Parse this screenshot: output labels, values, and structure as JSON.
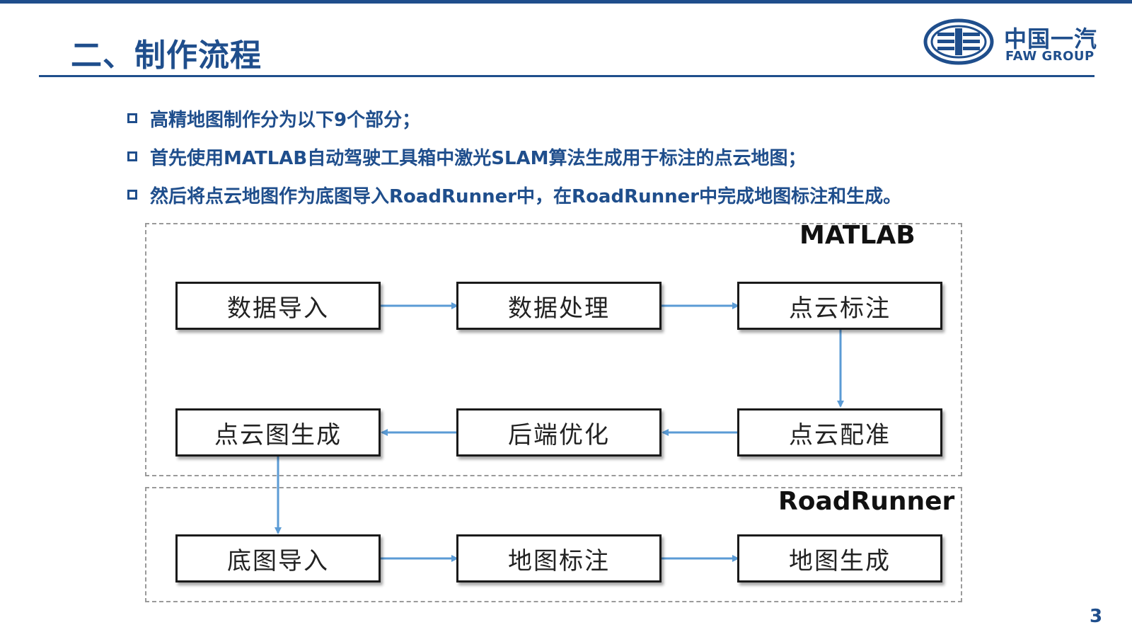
{
  "slide": {
    "title": "二、制作流程",
    "page_number": "3"
  },
  "logo": {
    "name_cn": "中国一汽",
    "name_en": "FAW GROUP"
  },
  "bullets": [
    "高精地图制作分为以下9个部分；",
    "首先使用MATLAB自动驾驶工具箱中激光SLAM算法生成用于标注的点云地图；",
    "然后将点云地图作为底图导入RoadRunner中，在RoadRunner中完成地图标注和生成。"
  ],
  "diagram": {
    "groups": [
      {
        "id": "matlab",
        "label": "MATLAB"
      },
      {
        "id": "roadrunner",
        "label": "RoadRunner"
      }
    ],
    "nodes": [
      {
        "id": "n1",
        "label": "数据导入",
        "group": "matlab"
      },
      {
        "id": "n2",
        "label": "数据处理",
        "group": "matlab"
      },
      {
        "id": "n3",
        "label": "点云标注",
        "group": "matlab"
      },
      {
        "id": "n4",
        "label": "点云配准",
        "group": "matlab"
      },
      {
        "id": "n5",
        "label": "后端优化",
        "group": "matlab"
      },
      {
        "id": "n6",
        "label": "点云图生成",
        "group": "matlab"
      },
      {
        "id": "n7",
        "label": "底图导入",
        "group": "roadrunner"
      },
      {
        "id": "n8",
        "label": "地图标注",
        "group": "roadrunner"
      },
      {
        "id": "n9",
        "label": "地图生成",
        "group": "roadrunner"
      }
    ],
    "edges": [
      {
        "from": "n1",
        "to": "n2"
      },
      {
        "from": "n2",
        "to": "n3"
      },
      {
        "from": "n3",
        "to": "n4"
      },
      {
        "from": "n4",
        "to": "n5"
      },
      {
        "from": "n5",
        "to": "n6"
      },
      {
        "from": "n6",
        "to": "n7"
      },
      {
        "from": "n7",
        "to": "n8"
      },
      {
        "from": "n8",
        "to": "n9"
      }
    ]
  },
  "colors": {
    "brand": "#1f4e8c",
    "arrow": "#5b9bd5",
    "node_border": "#1a1a1a",
    "group_border": "#9a9a9a"
  }
}
